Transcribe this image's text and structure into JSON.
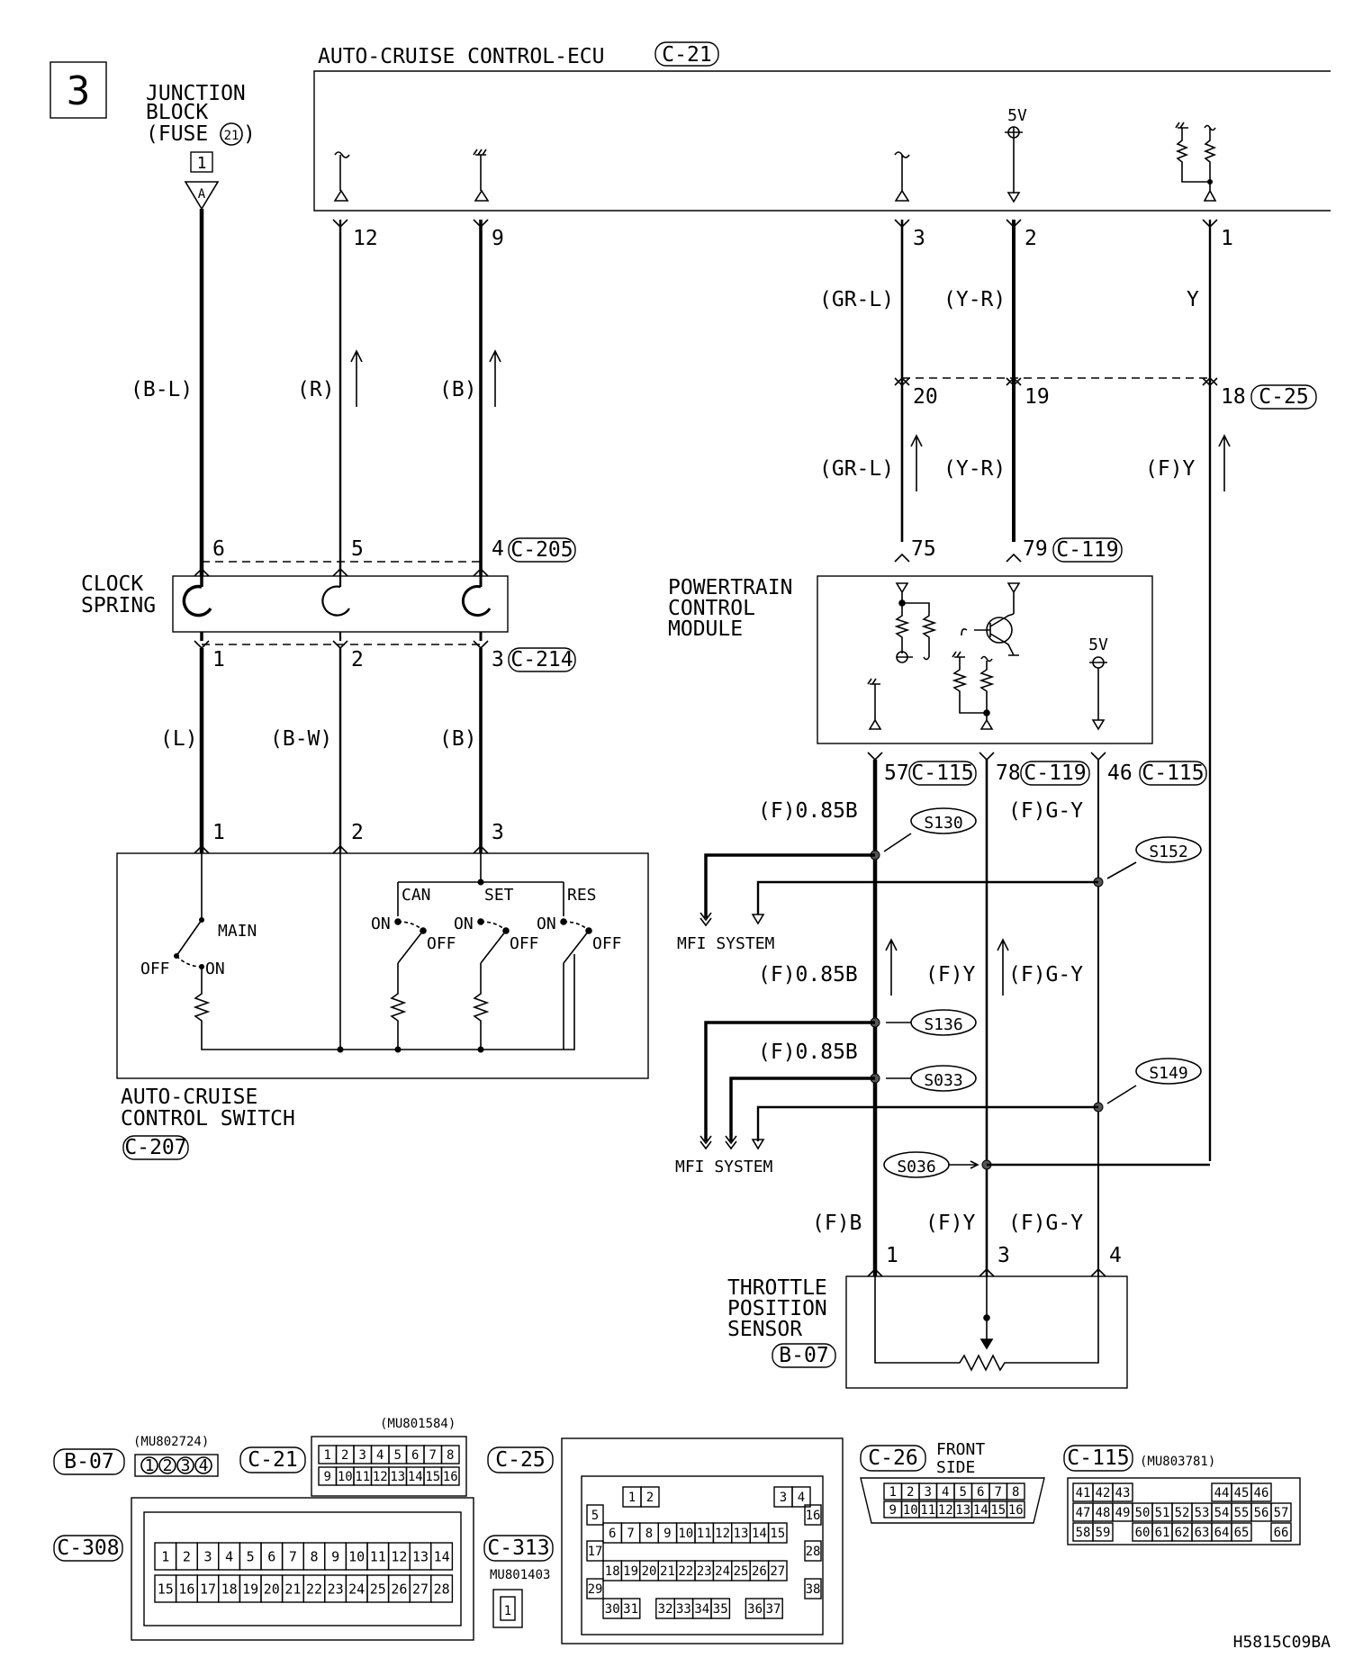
{
  "page": {
    "number": "3",
    "code": "H5815C09BA"
  },
  "components": {
    "ecu": {
      "name": "AUTO-CRUISE CONTROL-ECU",
      "conn": "C-21",
      "supply": "5V"
    },
    "junction": {
      "line1": "JUNCTION",
      "line2": "BLOCK",
      "line3": "(FUSE",
      "fuse": "21",
      "line3_end": ")",
      "pin": "1",
      "tag": "A"
    },
    "clock_spring": {
      "line1": "CLOCK",
      "line2": "SPRING"
    },
    "pcm": {
      "line1": "POWERTRAIN",
      "line2": "CONTROL",
      "line3": "MODULE",
      "supply": "5V"
    },
    "switch": {
      "line1": "AUTO-CRUISE",
      "line2": "CONTROL SWITCH",
      "conn": "C-207",
      "main": "MAIN",
      "off": "OFF",
      "on": "ON",
      "can": "CAN",
      "set": "SET",
      "res": "RES"
    },
    "tps": {
      "line1": "THROTTLE",
      "line2": "POSITION",
      "line3": "SENSOR",
      "conn": "B-07"
    },
    "mfi1": "MFI SYSTEM",
    "mfi2": "MFI SYSTEM"
  },
  "pins": {
    "ecu": [
      "12",
      "9",
      "3",
      "2",
      "1"
    ],
    "c25": [
      "20",
      "19",
      "18"
    ],
    "c25_conn": "C-25",
    "c205": [
      "6",
      "5",
      "4"
    ],
    "c205_conn": "C-205",
    "c214": [
      "1",
      "2",
      "3"
    ],
    "c214_conn": "C-214",
    "sw": [
      "1",
      "2",
      "3"
    ],
    "c119": [
      "75",
      "79"
    ],
    "c119_conn": "C-119",
    "pcm_out": [
      "57",
      "78",
      "46"
    ],
    "pcm_out_conn": [
      "C-115",
      "C-119",
      "C-115"
    ],
    "tps": [
      "1",
      "3",
      "4"
    ]
  },
  "wires": {
    "bl": "(B-L)",
    "r": "(R)",
    "b1": "(B)",
    "l": "(L)",
    "bw": "(B-W)",
    "b2": "(B)",
    "grl1": "(GR-L)",
    "yr1": "(Y-R)",
    "y": "Y",
    "grl2": "(GR-L)",
    "yr2": "(Y-R)",
    "fy1": "(F)Y",
    "f085b1": "(F)0.85B",
    "fgy1": "(F)G-Y",
    "f085b2": "(F)0.85B",
    "fy2": "(F)Y",
    "fgy2": "(F)G-Y",
    "f085b3": "(F)0.85B",
    "fb": "(F)B",
    "fy3": "(F)Y",
    "fgy3": "(F)G-Y"
  },
  "splices": [
    "S130",
    "S152",
    "S136",
    "S033",
    "S149",
    "S036"
  ],
  "connectors": {
    "b07": {
      "id": "B-07",
      "part": "(MU802724)",
      "pins": [
        "1",
        "2",
        "3",
        "4"
      ]
    },
    "c21": {
      "id": "C-21",
      "part": "(MU801584)",
      "row1": [
        "1",
        "2",
        "3",
        "4",
        "5",
        "6",
        "7",
        "8"
      ],
      "row2": [
        "9",
        "10",
        "11",
        "12",
        "13",
        "14",
        "15",
        "16"
      ]
    },
    "c308": {
      "id": "C-308",
      "row1": [
        "1",
        "2",
        "3",
        "4",
        "5",
        "6",
        "7",
        "8",
        "9",
        "10",
        "11",
        "12",
        "13",
        "14"
      ],
      "row2": [
        "15",
        "16",
        "17",
        "18",
        "19",
        "20",
        "21",
        "22",
        "23",
        "24",
        "25",
        "26",
        "27",
        "28"
      ]
    },
    "c313": {
      "id": "C-313",
      "part": "MU801403",
      "pins": [
        "1"
      ]
    },
    "c25": {
      "id": "C-25",
      "row1": [
        "1",
        "2",
        "3",
        "4"
      ],
      "row2": [
        "5",
        "16"
      ],
      "row3": [
        "6",
        "7",
        "8",
        "9",
        "10",
        "11",
        "12",
        "13",
        "14",
        "15"
      ],
      "row4": [
        "17",
        "28"
      ],
      "row5": [
        "18",
        "19",
        "20",
        "21",
        "22",
        "23",
        "24",
        "25",
        "26",
        "27"
      ],
      "row6": [
        "29",
        "38"
      ],
      "row7": [
        "30",
        "31",
        "32",
        "33",
        "34",
        "35",
        "36",
        "37"
      ]
    },
    "c26": {
      "id": "C-26",
      "front": "FRONT",
      "side": "SIDE",
      "row1": [
        "1",
        "2",
        "3",
        "4",
        "5",
        "6",
        "7",
        "8"
      ],
      "row2": [
        "9",
        "10",
        "11",
        "12",
        "13",
        "14",
        "15",
        "16"
      ]
    },
    "c115": {
      "id": "C-115",
      "part": "(MU803781)",
      "row1": [
        "41",
        "42",
        "43",
        "44",
        "45",
        "46"
      ],
      "row2": [
        "47",
        "48",
        "49",
        "50",
        "51",
        "52",
        "53",
        "54",
        "55",
        "56",
        "57"
      ],
      "row3": [
        "58",
        "59",
        "60",
        "61",
        "62",
        "63",
        "64",
        "65",
        "66"
      ]
    }
  }
}
